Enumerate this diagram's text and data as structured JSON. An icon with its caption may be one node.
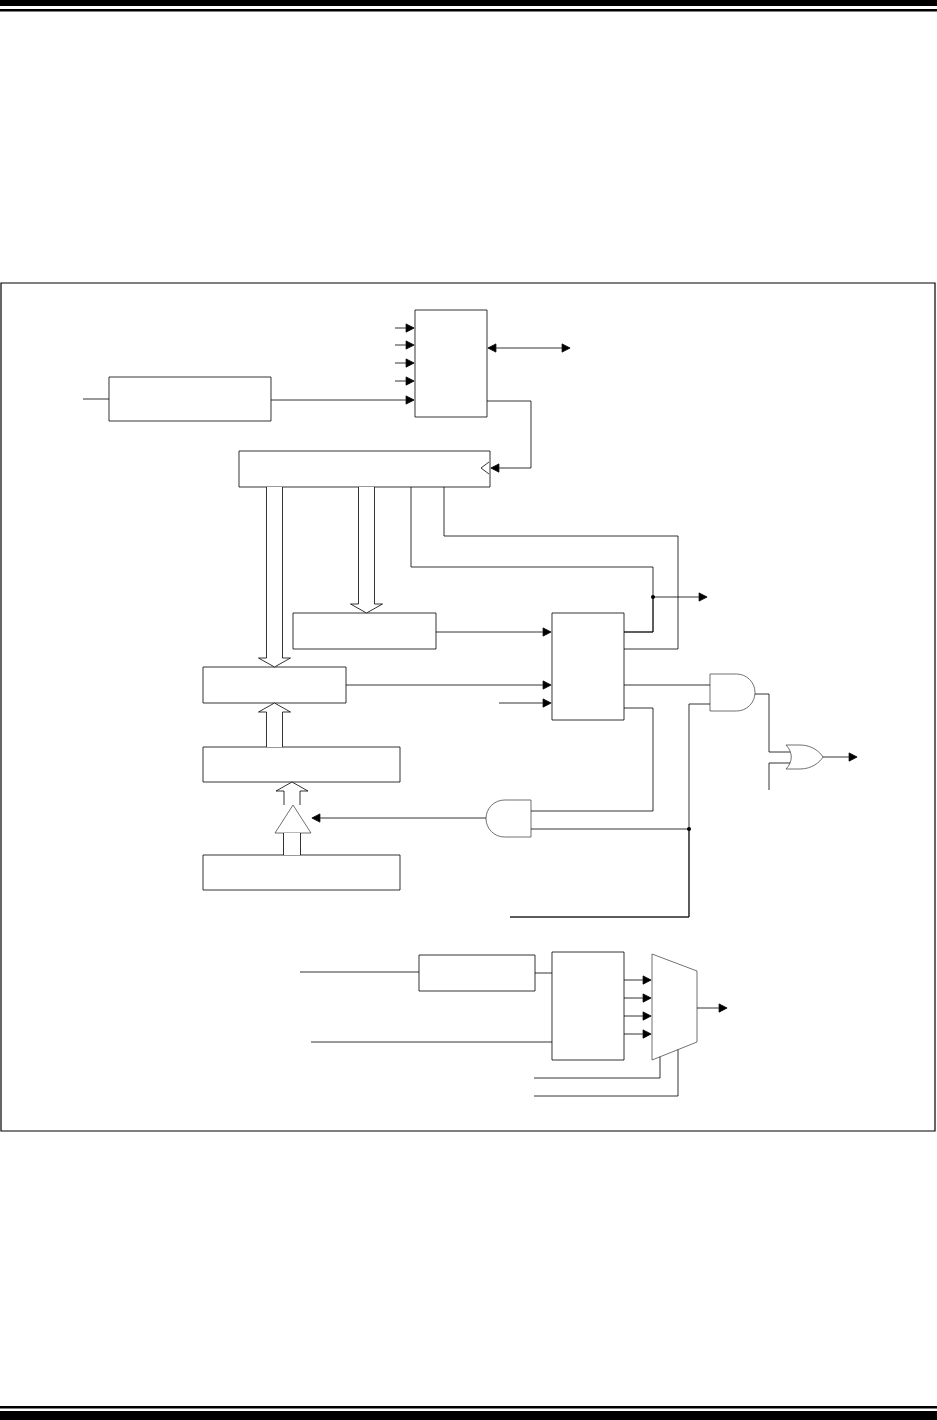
{
  "diagram": {
    "nodes": [
      {
        "text": [],
        "shape": "box"
      },
      {
        "text": [],
        "shape": "box"
      },
      {
        "text": [],
        "shape": "box"
      },
      {
        "text": [],
        "shape": "box"
      },
      {
        "text": [],
        "shape": "box"
      },
      {
        "text": [],
        "shape": "box"
      },
      {
        "text": [],
        "shape": "box"
      },
      {
        "text": [],
        "shape": "triangle"
      },
      {
        "text": [],
        "shape": "box"
      },
      {
        "text": [],
        "shape": "gate"
      },
      {
        "text": [],
        "shape": "gate"
      },
      {
        "text": [],
        "shape": "gate"
      },
      {
        "text": [],
        "shape": "box"
      },
      {
        "text": [],
        "shape": "box"
      },
      {
        "text": [],
        "shape": "trapezoid"
      }
    ],
    "edges": [
      {
        "from": null,
        "to": 0,
        "arrow": "none"
      },
      {
        "from": 0,
        "to": 1,
        "arrow": "to"
      },
      {
        "from": null,
        "to": 1,
        "arrow": "to"
      },
      {
        "from": null,
        "to": 1,
        "arrow": "to"
      },
      {
        "from": null,
        "to": 1,
        "arrow": "to"
      },
      {
        "from": null,
        "to": 1,
        "arrow": "to"
      },
      {
        "from": 1,
        "to": null,
        "arrow": "both"
      },
      {
        "from": 1,
        "to": 2,
        "arrow": "to"
      },
      {
        "from": 2,
        "to": 4,
        "arrow": "to",
        "style": "thick"
      },
      {
        "from": 2,
        "to": 3,
        "arrow": "to",
        "style": "thick"
      },
      {
        "from": 8,
        "to": 2,
        "arrow": "none"
      },
      {
        "from": 8,
        "to": null,
        "arrow": "to"
      },
      {
        "from": 8,
        "to": 2,
        "arrow": "none"
      },
      {
        "from": 3,
        "to": 8,
        "arrow": "to"
      },
      {
        "from": 4,
        "to": 8,
        "arrow": "to"
      },
      {
        "from": null,
        "to": 8,
        "arrow": "to"
      },
      {
        "from": 8,
        "to": 9,
        "arrow": "none"
      },
      {
        "from": 8,
        "to": 11,
        "arrow": "none"
      },
      {
        "from": null,
        "to": 9,
        "arrow": "none"
      },
      {
        "from": null,
        "to": 11,
        "arrow": "none"
      },
      {
        "from": 9,
        "to": 10,
        "arrow": "none"
      },
      {
        "from": null,
        "to": 10,
        "arrow": "none"
      },
      {
        "from": 10,
        "to": null,
        "arrow": "to"
      },
      {
        "from": 11,
        "to": 7,
        "arrow": "to"
      },
      {
        "from": 6,
        "to": 7,
        "arrow": "none",
        "style": "thick"
      },
      {
        "from": 7,
        "to": 5,
        "arrow": "to",
        "style": "thick"
      },
      {
        "from": 5,
        "to": 4,
        "arrow": "to",
        "style": "thick"
      },
      {
        "from": null,
        "to": 12,
        "arrow": "none"
      },
      {
        "from": 12,
        "to": 13,
        "arrow": "none"
      },
      {
        "from": null,
        "to": 13,
        "arrow": "none"
      },
      {
        "from": 13,
        "to": 14,
        "arrow": "to"
      },
      {
        "from": 13,
        "to": 14,
        "arrow": "to"
      },
      {
        "from": 13,
        "to": 14,
        "arrow": "to"
      },
      {
        "from": 13,
        "to": 14,
        "arrow": "to"
      },
      {
        "from": 14,
        "to": null,
        "arrow": "to"
      },
      {
        "from": null,
        "to": 14,
        "arrow": "none"
      },
      {
        "from": null,
        "to": 14,
        "arrow": "none"
      }
    ]
  }
}
